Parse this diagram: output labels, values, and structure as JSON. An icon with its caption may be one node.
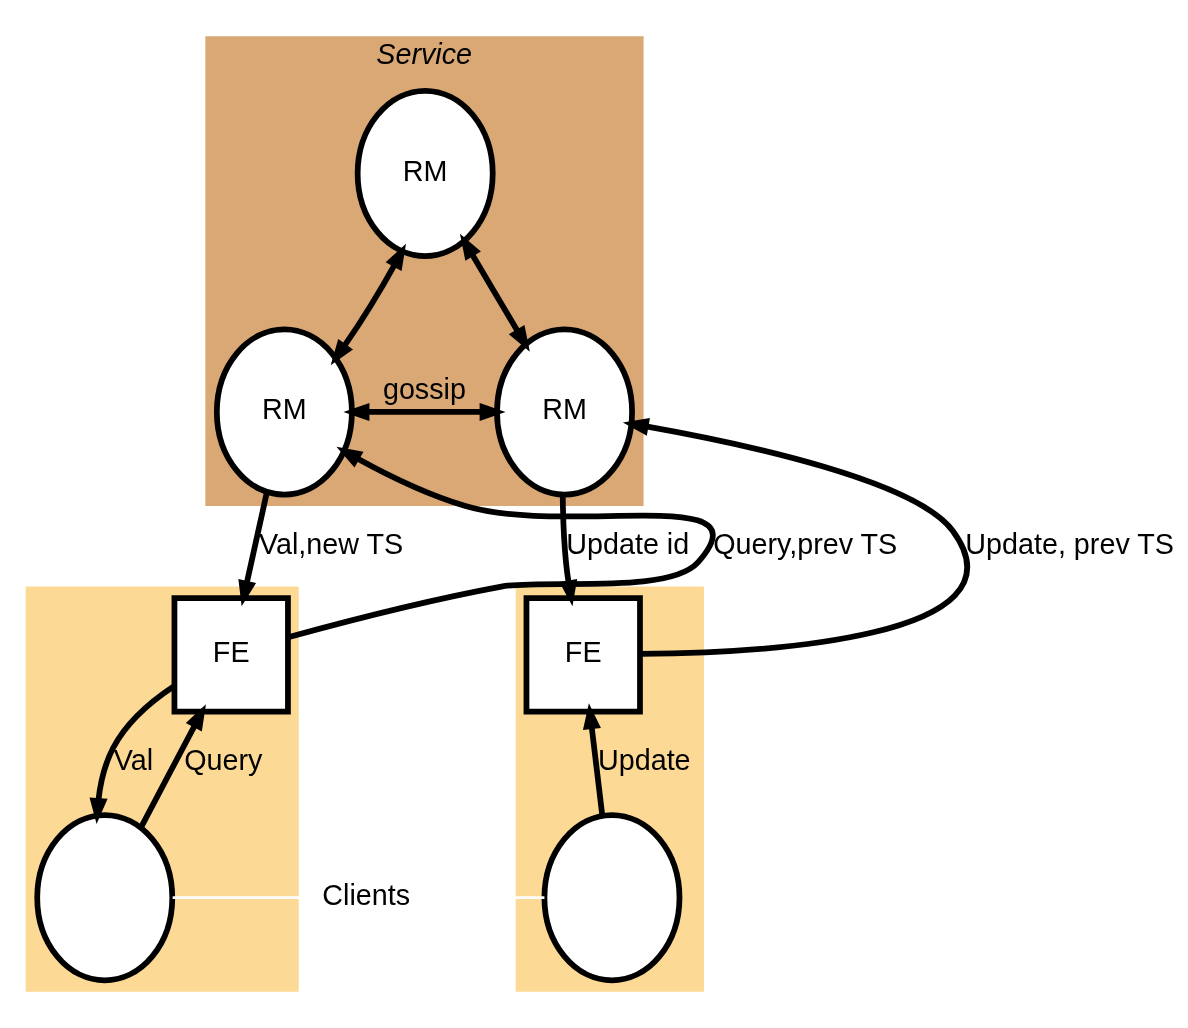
{
  "diagram": {
    "nodes": [
      {
        "text": [
          "Service"
        ]
      },
      {
        "text": [
          "RM"
        ],
        "in": 0
      },
      {
        "text": [
          "RM"
        ],
        "in": 0
      },
      {
        "text": [
          "RM"
        ],
        "in": 0
      },
      {
        "text": [],
        "shape": "box"
      },
      {
        "text": [
          "FE"
        ],
        "in": 4
      },
      {
        "text": [],
        "shape": "circle",
        "in": 4
      },
      {
        "text": [],
        "shape": "box"
      },
      {
        "text": [
          "FE"
        ],
        "in": 7
      },
      {
        "text": [],
        "shape": "circle",
        "in": 7
      },
      {
        "text": [
          "Clients"
        ]
      }
    ],
    "edges": [
      {
        "from": 2,
        "to": 1,
        "arrow": "both"
      },
      {
        "from": 1,
        "to": 3,
        "arrow": "both"
      },
      {
        "from": 2,
        "to": 3,
        "arrow": "both",
        "label": "gossip"
      },
      {
        "from": 5,
        "to": 2,
        "arrow": "to",
        "label": "Query,prev TS"
      },
      {
        "from": 2,
        "to": 5,
        "arrow": "to",
        "label": "Val,new TS"
      },
      {
        "from": 6,
        "to": 5,
        "arrow": "to",
        "label": "Query"
      },
      {
        "from": 5,
        "to": 6,
        "arrow": "to",
        "label": "Val"
      },
      {
        "from": 8,
        "to": 3,
        "arrow": "to",
        "label": "Update, prev TS"
      },
      {
        "from": 3,
        "to": 8,
        "arrow": "to",
        "label": "Update id"
      },
      {
        "from": 9,
        "to": 8,
        "arrow": "to",
        "label": "Update"
      },
      {
        "from": 10,
        "to": 6,
        "arrow": "none",
        "color": "#ffffff"
      },
      {
        "from": 10,
        "to": 9,
        "arrow": "none",
        "color": "#ffffff"
      }
    ]
  }
}
